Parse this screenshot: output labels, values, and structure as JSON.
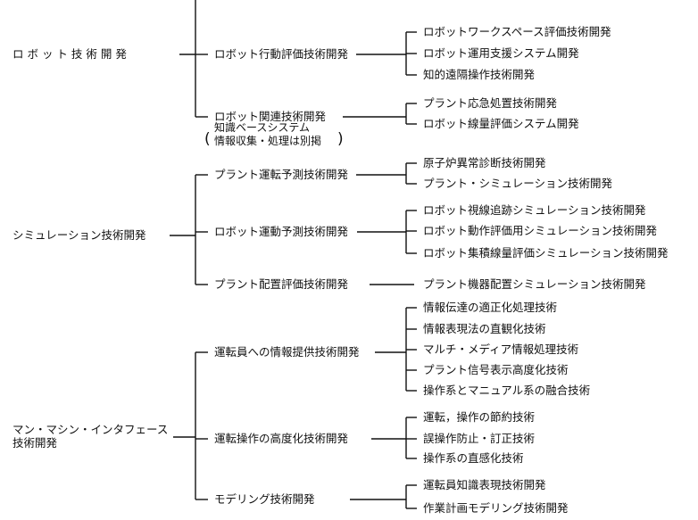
{
  "diagram": {
    "roots": [
      {
        "label": "ロ ボ ッ ト 技 術 開 発",
        "children": [
          {
            "label": "ロボット行動評価技術開発",
            "leaves": [
              "ロボットワークスペース評価技術開発",
              "ロボット運用支援システム開発",
              "知的遠隔操作技術開発"
            ]
          },
          {
            "label": "ロボット関連技術開発",
            "note": [
              "知識ベースシステム",
              "情報収集・処理は別掲"
            ],
            "leaves": [
              "プラント応急処置技術開発",
              "ロボット線量評価システム開発"
            ]
          }
        ]
      },
      {
        "label": "シミュレーション技術開発",
        "children": [
          {
            "label": "プラント運転予測技術開発",
            "leaves": [
              "原子炉異常診断技術開発",
              "プラント・シミュレーション技術開発"
            ]
          },
          {
            "label": "ロボット運動予測技術開発",
            "leaves": [
              "ロボット視線追跡シミュレーション技術開発",
              "ロボット動作評価用シミュレーション技術開発",
              "ロボット集積線量評価シミュレーション技術開発"
            ]
          },
          {
            "label": "プラント配置評価技術開発",
            "leaves": [
              "プラント機器配置シミュレーション技術開発"
            ]
          }
        ]
      },
      {
        "label": [
          "マン・マシン・インタフェース",
          "技術開発"
        ],
        "children": [
          {
            "label": "運転員への情報提供技術開発",
            "leaves": [
              "情報伝達の適正化処理技術",
              "情報表現法の直観化技術",
              "マルチ・メディア情報処理技術",
              "プラント信号表示高度化技術",
              "操作系とマニュアル系の融合技術"
            ]
          },
          {
            "label": "運転操作の高度化技術開発",
            "leaves": [
              "運転，操作の節約技術",
              "誤操作防止・訂正技術",
              "操作系の直感化技術"
            ]
          },
          {
            "label": "モデリング技術開発",
            "leaves": [
              "運転員知識表現技術開発",
              "作業計画モデリング技術開発"
            ]
          }
        ]
      }
    ]
  }
}
